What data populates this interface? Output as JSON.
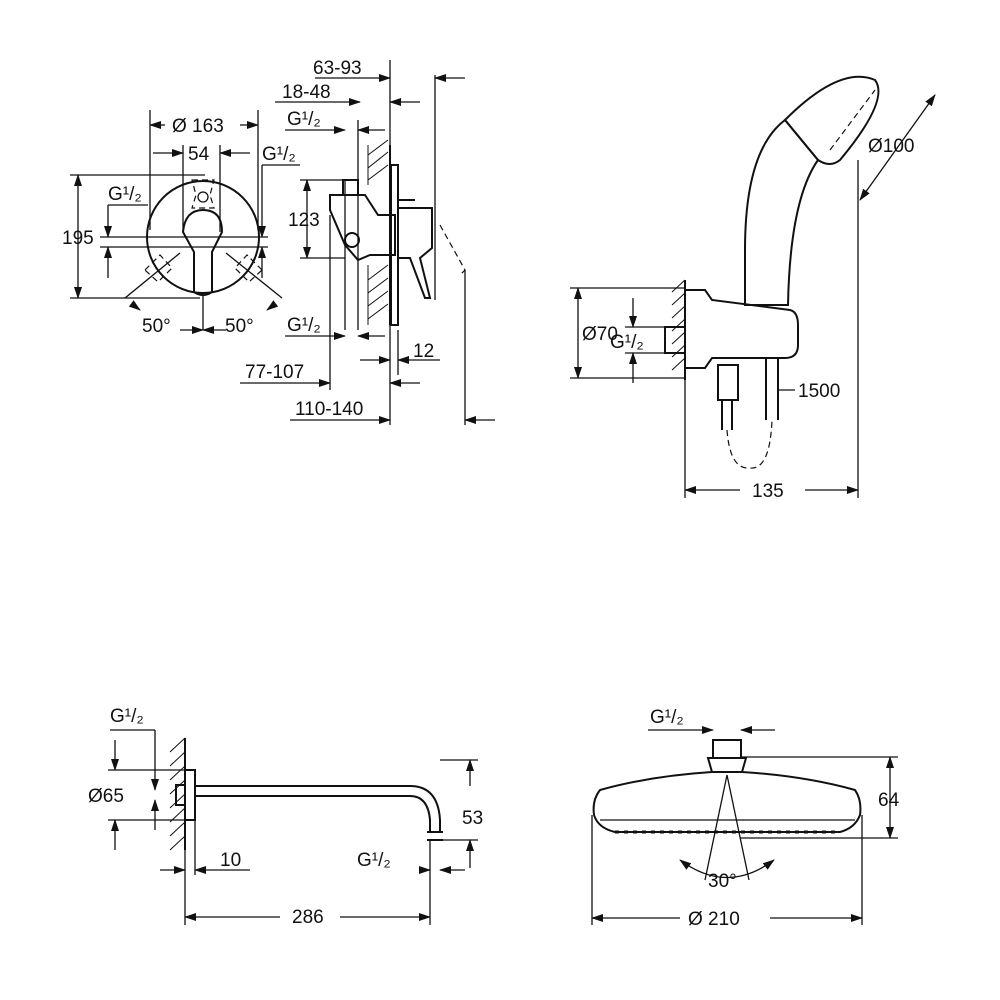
{
  "mixer": {
    "dim_width": "Ø 163",
    "dim_handle": "54",
    "dim_height": "195",
    "thread_left": "G¹/₂",
    "thread_right": "G¹/₂",
    "angle_left": "50°",
    "angle_right": "50°"
  },
  "mixer_side": {
    "dim_63_93": "63-93",
    "dim_18_48": "18-48",
    "thread_top": "G¹/₂",
    "dim_123": "123",
    "thread_bottom": "G¹/₂",
    "dim_12": "12",
    "dim_77_107": "77-107",
    "dim_110_140": "110-140"
  },
  "hand_shower": {
    "dim_diameter": "Ø100",
    "dim_flange": "Ø70",
    "thread": "G¹/₂",
    "hose_length": "1500",
    "dim_depth": "135"
  },
  "shower_arm": {
    "thread_top": "G¹/₂",
    "dim_flange": "Ø65",
    "dim_drop": "53",
    "dim_10": "10",
    "thread_outlet": "G¹/₂",
    "dim_length": "286"
  },
  "head_shower": {
    "thread": "G¹/₂",
    "dim_height": "64",
    "dim_angle": "30°",
    "dim_diameter": "Ø 210"
  }
}
